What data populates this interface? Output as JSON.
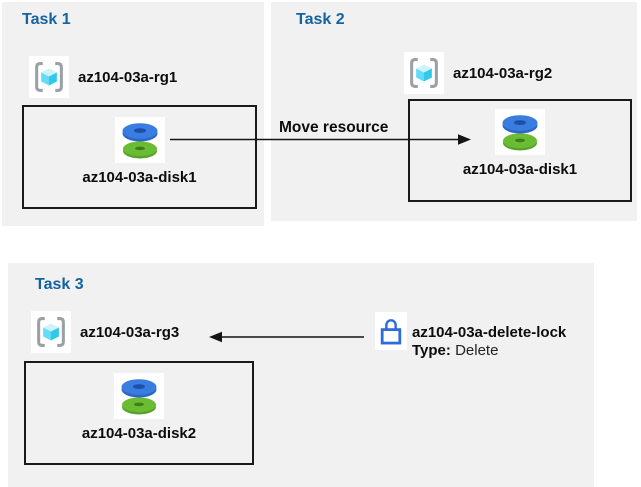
{
  "diagram": {
    "tasks": [
      {
        "title": "Task 1",
        "resource_group": {
          "name": "az104-03a-rg1",
          "icon": "resource-group-icon"
        },
        "resources": [
          {
            "name": "az104-03a-disk1",
            "icon": "disk-icon"
          }
        ]
      },
      {
        "title": "Task 2",
        "resource_group": {
          "name": "az104-03a-rg2",
          "icon": "resource-group-icon"
        },
        "resources": [
          {
            "name": "az104-03a-disk1",
            "icon": "disk-icon"
          }
        ]
      },
      {
        "title": "Task 3",
        "resource_group": {
          "name": "az104-03a-rg3",
          "icon": "resource-group-icon"
        },
        "resources": [
          {
            "name": "az104-03a-disk2",
            "icon": "disk-icon"
          }
        ]
      }
    ],
    "move_arrow": {
      "label": "Move resource"
    },
    "lock": {
      "icon": "padlock-icon",
      "name": "az104-03a-delete-lock",
      "type_label": "Type:",
      "type_value": "Delete"
    }
  },
  "colors": {
    "panel_bg": "#f1f1f2",
    "title_blue": "#15639e",
    "text_black": "#0d0d0d",
    "bracket_gray": "#99a1a7",
    "cube_top": "#cdf2fb",
    "cube_left": "#64dcf7",
    "cube_right": "#2fc9ea",
    "disk_blue": "#3a7de0",
    "disk_blue_dark": "#1d4fa3",
    "disk_green": "#6abd32",
    "disk_green_dark": "#3e7d19",
    "lock_blue": "#2e6bdb",
    "arrow": "#141414"
  }
}
